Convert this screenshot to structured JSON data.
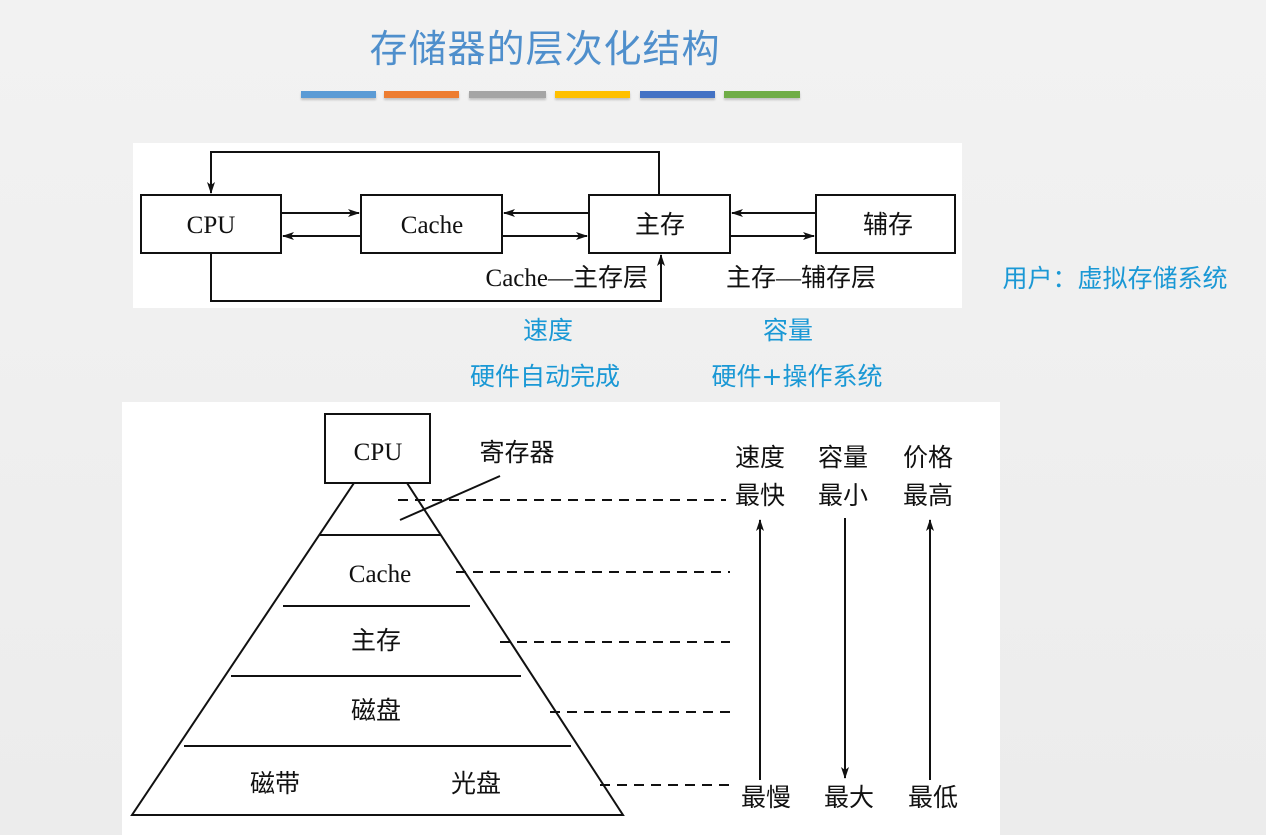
{
  "title": "存储器的层次化结构",
  "accent_bars": [
    "#5b9bd5",
    "#ed7d31",
    "#a5a5a5",
    "#ffc000",
    "#4472c4",
    "#70ad47"
  ],
  "top_diagram": {
    "boxes": {
      "cpu": "CPU",
      "cache": "Cache",
      "main": "主存",
      "aux": "辅存"
    },
    "layer_cache_main": "Cache—主存层",
    "layer_main_aux": "主存—辅存层"
  },
  "annotations": {
    "user_view": "用户：虚拟存储系统",
    "speed": "速度",
    "speed_impl": "硬件自动完成",
    "capacity": "容量",
    "capacity_impl": "硬件+操作系统"
  },
  "pyramid": {
    "cpu": "CPU",
    "register": "寄存器",
    "levels": [
      "Cache",
      "主存",
      "磁盘"
    ],
    "bottom_left": "磁带",
    "bottom_right": "光盘",
    "columns": [
      {
        "head": "速度",
        "top": "最快",
        "bottom": "最慢"
      },
      {
        "head": "容量",
        "top": "最小",
        "bottom": "最大"
      },
      {
        "head": "价格",
        "top": "最高",
        "bottom": "最低"
      }
    ]
  }
}
